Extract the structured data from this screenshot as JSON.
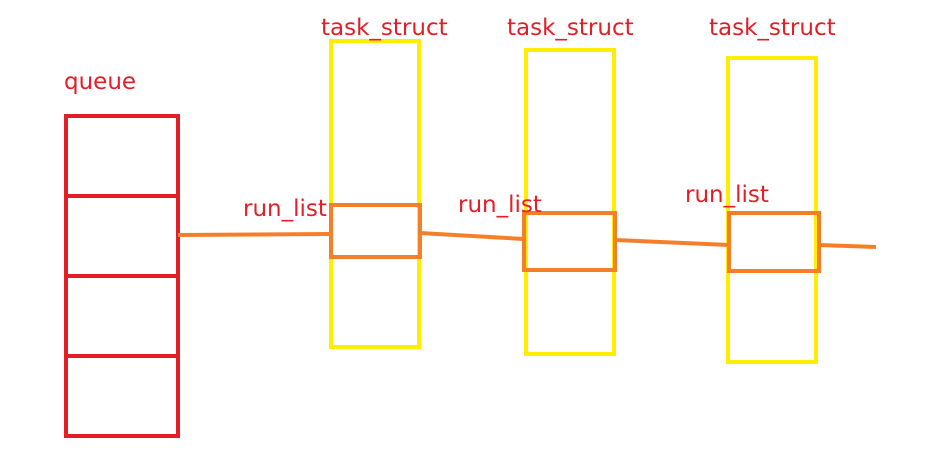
{
  "colors": {
    "queue": "#e41e26",
    "task": "#ffee00",
    "link": "#f47f28",
    "text": "#e41e26"
  },
  "queue": {
    "label": "queue",
    "slots": 4
  },
  "tasks": [
    {
      "label": "task_struct",
      "field_label": "run_list"
    },
    {
      "label": "task_struct",
      "field_label": "run_list"
    },
    {
      "label": "task_struct",
      "field_label": "run_list"
    }
  ]
}
